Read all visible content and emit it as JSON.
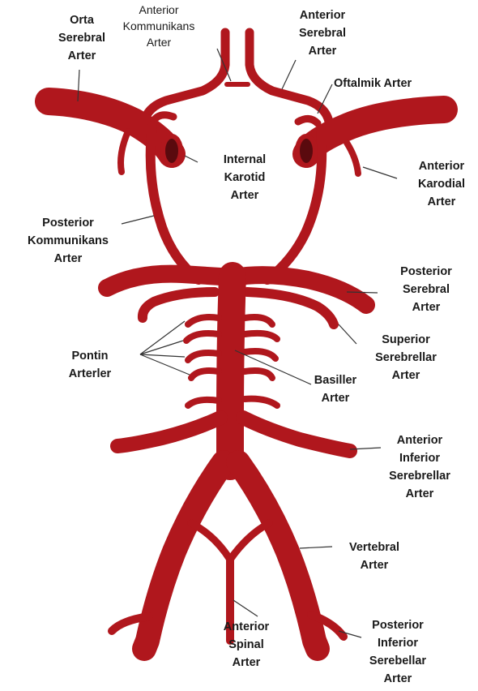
{
  "colors": {
    "artery": "#b0171d",
    "artery_dark": "#5a0a0e",
    "leader": "#333333",
    "text": "#1a1a1a"
  },
  "labels": {
    "orta_serebral": "Orta\nSerebral\nArter",
    "anterior_kommunikans": "Anterior\nKommunikans\nArter",
    "anterior_serebral": "Anterior\nSerebral\nArter",
    "oftalmik": "Oftalmik Arter",
    "internal_karotid": "Internal\nKarotid\nArter",
    "anterior_karodial": "Anterior\nKarodial\nArter",
    "posterior_kommunikans": "Posterior\nKommunikans\nArter",
    "posterior_serebral": "Posterior\nSerebral\nArter",
    "superior_serebrellar": "Superior\nSerebrellar\nArter",
    "pontin": "Pontin\nArterler",
    "basiller": "Basiller\nArter",
    "anterior_inferior_serebrellar": "Anterior\nInferior\nSerebrellar\nArter",
    "vertebral": "Vertebral\nArter",
    "anterior_spinal": "Anterior\nSpinal\nArter",
    "posterior_inferior_serebellar": "Posterior\nInferior\nSerebellar\nArter"
  }
}
